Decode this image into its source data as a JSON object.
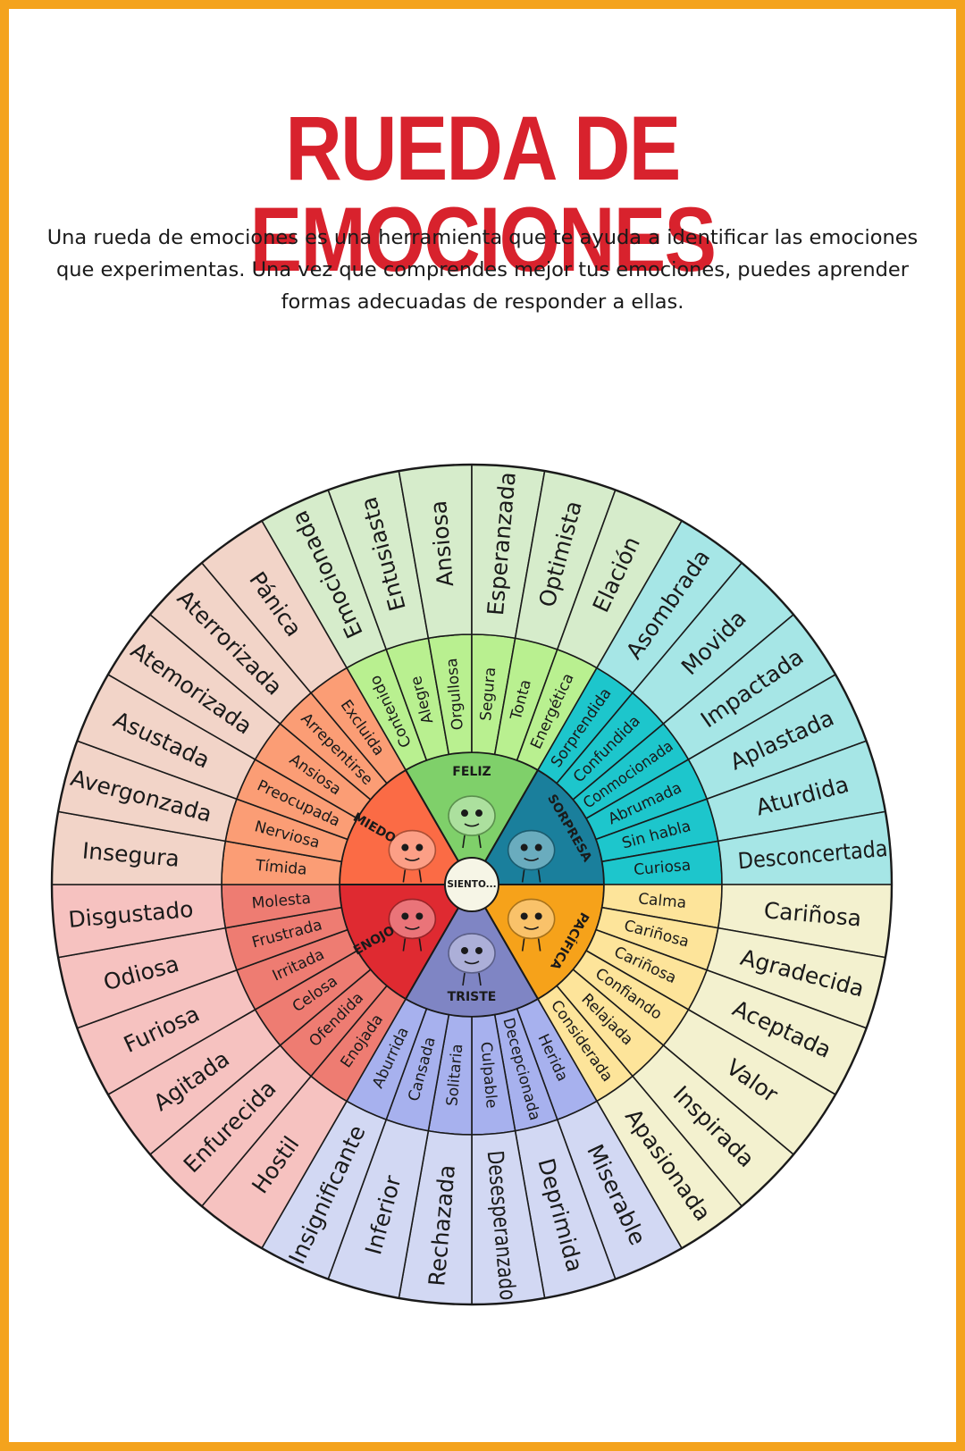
{
  "title": "RUEDA DE EMOCIONES",
  "intro": "Una rueda de emociones es una herramienta que te ayuda a identificar las emociones que experimentas. Una vez que comprendes mejor tus emociones, puedes aprender formas adecuadas de responder a ellas.",
  "center_label": "SIENTO...",
  "colors": {
    "frame": "#f4a31d",
    "title": "#d8222d"
  },
  "groups": [
    {
      "key": "feliz",
      "core": "FELIZ",
      "core_color": "#7fd06a",
      "mid_color": "#b9f090",
      "outer_color": "#d6eccb",
      "mid": [
        "Contenido",
        "Alegre",
        "Orgullosa",
        "Segura",
        "Tonta",
        "Energética"
      ],
      "outer": [
        "Emocionada",
        "Entusiasta",
        "Ansiosa",
        "Esperanzada",
        "Optimista",
        "Elación"
      ]
    },
    {
      "key": "sorpresa",
      "core": "SORPRESA",
      "core_color": "#1a7f9c",
      "mid_color": "#1dc6cc",
      "outer_color": "#a6e6e6",
      "mid": [
        "Sorprendida",
        "Confundida",
        "Conmocionada",
        "Abrumada",
        "Sin habla",
        "Curiosa"
      ],
      "outer": [
        "Asombrada",
        "Movida",
        "Impactada",
        "Aplastada",
        "Aturdida",
        "Desconcertada"
      ]
    },
    {
      "key": "pacifica",
      "core": "PACÍFICA",
      "core_color": "#f6a21a",
      "mid_color": "#fde49a",
      "outer_color": "#f3f1cf",
      "mid": [
        "Calma",
        "Cariñosa",
        "Cariñosa",
        "Confiando",
        "Relajada",
        "Considerada"
      ],
      "outer": [
        "Cariñosa",
        "Agradecida",
        "Aceptada",
        "Valor",
        "Inspirada",
        "Apasionada"
      ]
    },
    {
      "key": "triste",
      "core": "TRISTE",
      "core_color": "#7f85c4",
      "mid_color": "#a7b1ee",
      "outer_color": "#d2d8f3",
      "mid": [
        "Herida",
        "Decepcionada",
        "Culpable",
        "Solitaria",
        "Cansada",
        "Aburrida"
      ],
      "outer": [
        "Miserable",
        "Deprimida",
        "Desesperanzado",
        "Rechazada",
        "Inferior",
        "Insignificante"
      ]
    },
    {
      "key": "enojo",
      "core": "ENOJO",
      "core_color": "#df2a31",
      "mid_color": "#ee7c72",
      "outer_color": "#f6c2c0",
      "mid": [
        "Enojada",
        "Ofendida",
        "Celosa",
        "Irritada",
        "Frustrada",
        "Molesta"
      ],
      "outer": [
        "Hostil",
        "Enfurecida",
        "Agitada",
        "Furiosa",
        "Odiosa",
        "Disgustado"
      ]
    },
    {
      "key": "miedo",
      "core": "MIEDO",
      "core_color": "#fb6b45",
      "mid_color": "#fb9d75",
      "outer_color": "#f2d4c8",
      "mid": [
        "Tímida",
        "Nerviosa",
        "Preocupada",
        "Ansiosa",
        "Arrepentirse",
        "Excluida"
      ],
      "outer": [
        "Insegura",
        "Avergonzada",
        "Asustada",
        "Atemorizada",
        "Aterrorizada",
        "Pánica"
      ]
    }
  ]
}
